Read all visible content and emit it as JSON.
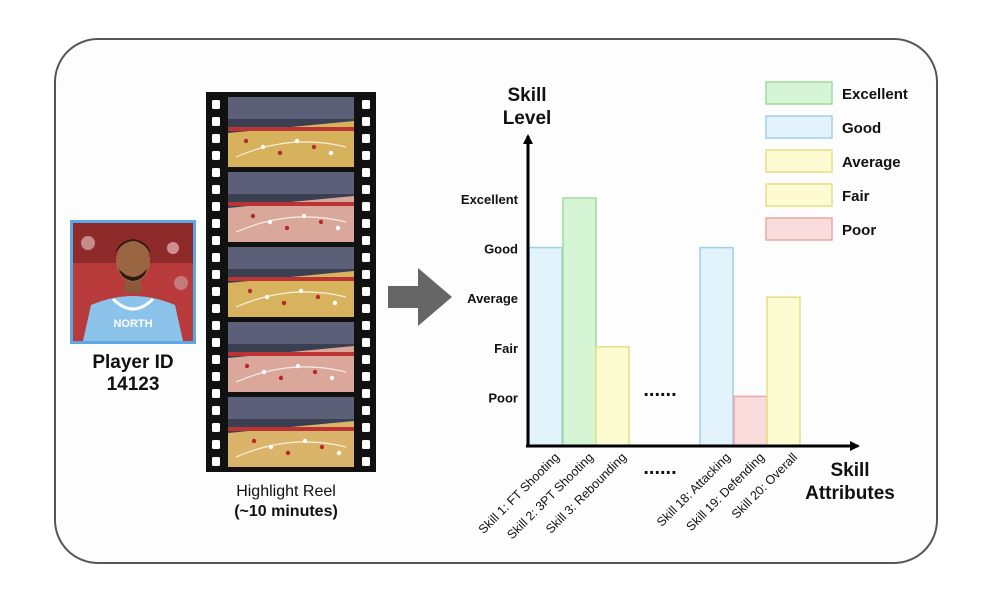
{
  "player": {
    "label": "Player ID",
    "id": "14123",
    "jersey_text": "NORTH"
  },
  "reel": {
    "label": "Highlight Reel",
    "duration": "(~10 minutes)",
    "frame_count": 5
  },
  "chart_data": {
    "type": "bar",
    "title": "",
    "ylabel_line1": "Skill",
    "ylabel_line2": "Level",
    "xlabel_line1": "Skill",
    "xlabel_line2": "Attributes",
    "levels": [
      "Poor",
      "Fair",
      "Average",
      "Good",
      "Excellent"
    ],
    "categories": [
      "Skill 1: FT Shooting",
      "Skill 2: 3PT Shooting",
      "Skill 3: Rebounding",
      "Skill 18: Attacking",
      "Skill 19: Defending",
      "Skill 20: Overall"
    ],
    "values": [
      "Good",
      "Excellent",
      "Fair",
      "Good",
      "Poor",
      "Average"
    ],
    "ellipsis_text": "......",
    "legend": [
      {
        "label": "Excellent",
        "fill": "#d5f5d5",
        "stroke": "#9fdc9f"
      },
      {
        "label": "Good",
        "fill": "#e2f3fb",
        "stroke": "#9fd0ea"
      },
      {
        "label": "Average",
        "fill": "#fcfbd1",
        "stroke": "#e6de86"
      },
      {
        "label": "Fair",
        "fill": "#fcfbd1",
        "stroke": "#e6de86"
      },
      {
        "label": "Poor",
        "fill": "#fbdcdc",
        "stroke": "#eaa7a7"
      }
    ],
    "legend_position": "top-right"
  }
}
